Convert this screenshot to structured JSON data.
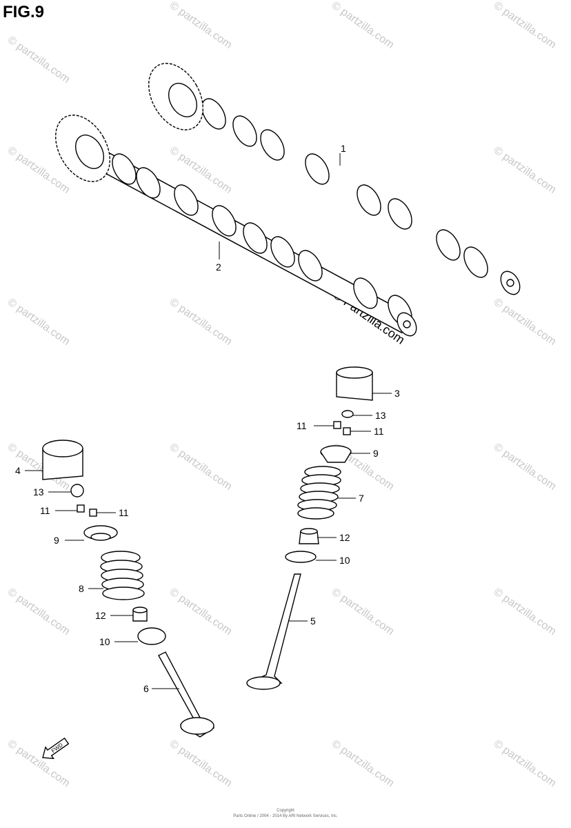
{
  "figure": {
    "title": "FIG.9"
  },
  "callouts": [
    {
      "id": "c1",
      "label": "1"
    },
    {
      "id": "c2",
      "label": "2"
    },
    {
      "id": "c3",
      "label": "3"
    },
    {
      "id": "c4",
      "label": "4"
    },
    {
      "id": "c5",
      "label": "5"
    },
    {
      "id": "c6",
      "label": "6"
    },
    {
      "id": "c7",
      "label": "7"
    },
    {
      "id": "c8",
      "label": "8"
    },
    {
      "id": "c9a",
      "label": "9"
    },
    {
      "id": "c9b",
      "label": "9"
    },
    {
      "id": "c10a",
      "label": "10"
    },
    {
      "id": "c10b",
      "label": "10"
    },
    {
      "id": "c11a",
      "label": "11"
    },
    {
      "id": "c11b",
      "label": "11"
    },
    {
      "id": "c11c",
      "label": "11"
    },
    {
      "id": "c11d",
      "label": "11"
    },
    {
      "id": "c12a",
      "label": "12"
    },
    {
      "id": "c12b",
      "label": "12"
    },
    {
      "id": "c13a",
      "label": "13"
    },
    {
      "id": "c13b",
      "label": "13"
    }
  ],
  "fwd_label": "FWD",
  "watermark": {
    "small": "© partzilla.com",
    "large": "© Partzilla.com"
  },
  "footer": {
    "line1": "Copyright",
    "line2": "Parts Online / 2004 - 2014 By ARI Network Services, Inc."
  }
}
